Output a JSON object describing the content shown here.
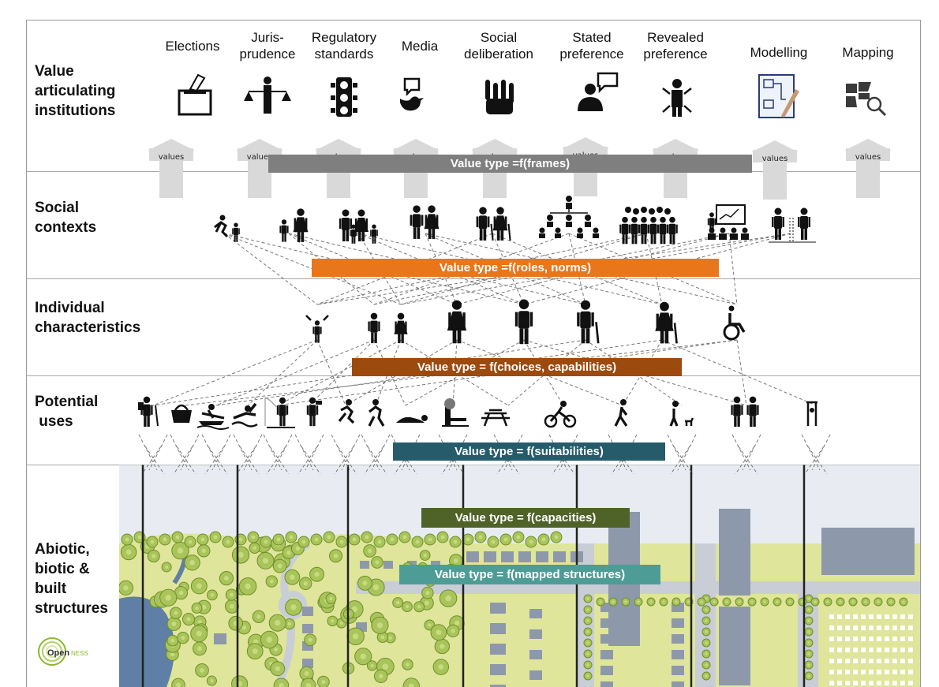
{
  "rows": {
    "institutions": "Value\narticulating\ninstitutions",
    "social": "Social\ncontexts",
    "individual": "Individual\ncharacteristics",
    "uses": "Potential\n uses",
    "structures": "Abiotic,\nbiotic &\nbuilt\nstructures"
  },
  "institutions": [
    {
      "label": "Elections",
      "icon": "ballot-box-icon"
    },
    {
      "label": "Juris-\nprudence",
      "icon": "judge-scales-icon"
    },
    {
      "label": "Regulatory\nstandards",
      "icon": "traffic-light-icon"
    },
    {
      "label": "Media",
      "icon": "speech-bird-icon"
    },
    {
      "label": "Social\ndeliberation",
      "icon": "raised-hands-icon"
    },
    {
      "label": "Stated\npreference",
      "icon": "person-speech-icon"
    },
    {
      "label": "Revealed\npreference",
      "icon": "person-arrows-icon"
    },
    {
      "label": "Modelling",
      "icon": "model-drawing-icon"
    },
    {
      "label": "Mapping",
      "icon": "map-search-icon"
    }
  ],
  "arrow_label": "values",
  "banners": {
    "frames": "Value type =f(frames)",
    "roles": "Value type =f(roles, norms)",
    "choices": "Value type = f(choices, capabilities)",
    "suitabilities": "Value type = f(suitabilities)",
    "capacities": "Value type = f(capacities)",
    "mapped": "Value type = f(mapped structures)"
  },
  "colors": {
    "frames": "#7f7f7f",
    "roles": "#e8761b",
    "choices": "#9c4a0e",
    "suitabilities": "#255b6b",
    "capacities": "#4f6228",
    "mapped": "#4e9c96",
    "arrow": "#d9d9d9",
    "icon": "#111111",
    "ground": "#dfe59a",
    "road": "#c9cdd6",
    "tree": "#a9c45a",
    "water": "#5f7fa6"
  },
  "social_icons": [
    "kids-running-icon",
    "parent-child-icon",
    "family-icon",
    "couple-icon",
    "elderly-couple-icon",
    "hierarchy-icon",
    "crowd-icon",
    "audience-presentation-icon",
    "two-people-fence-icon"
  ],
  "individual_icons": [
    "toddler-icon",
    "children-icon",
    "woman-icon",
    "man-icon",
    "elderly-man-icon",
    "elderly-woman-icon",
    "wheelchair-icon"
  ],
  "use_icons": [
    "hiker-icon",
    "picnic-basket-icon",
    "rowing-icon",
    "swimming-icon",
    "fishing-icon",
    "birdwatching-icon",
    "running-icon",
    "sunbathing-icon",
    "bench-icon",
    "picnic-table-icon",
    "cycling-icon",
    "walking-icon",
    "dog-walking-icon",
    "couple-walking-icon",
    "play-icon"
  ],
  "logo": {
    "text": "Openness"
  }
}
